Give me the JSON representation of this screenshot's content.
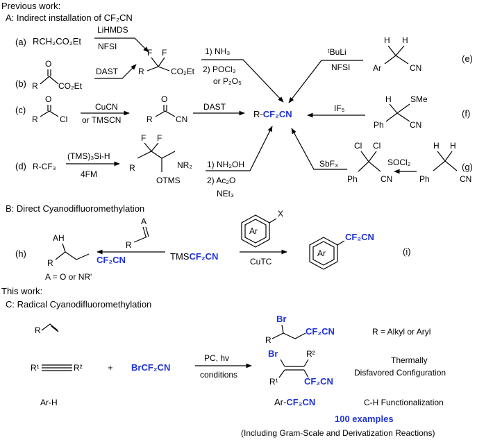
{
  "header": {
    "previous_work": "Previous work:",
    "section_a": "A: Indirect installation of CF₂CN",
    "section_b": "B: Direct Cyanodifluoromethylation",
    "this_work": "This work:",
    "section_c": "C: Radical Cyanodifluoromethylation"
  },
  "route_labels": [
    "(a)",
    "(b)",
    "(c)",
    "(d)",
    "(e)",
    "(f)",
    "(g)",
    "(h)",
    "(i)"
  ],
  "reagents": {
    "a_sub": "RCH₂CO₂Et",
    "a_r1": "LiHMDS",
    "a_r2": "NFSI",
    "b_r": "DAST",
    "ab_prod": "CO₂Et",
    "ab_conv1": "1) NH₃",
    "ab_conv2": "2) POCl₃",
    "ab_conv3": "or P₂O₅",
    "c_r1": "CuCN",
    "c_r2": "or TMSCN",
    "c_r3": "DAST",
    "d_sub": "R-CF₃",
    "d_r1": "(TMS)₃Si-H",
    "d_r2": "4FM",
    "d_conv1": "1) NH₂OH",
    "d_conv2": "2) Ac₂O",
    "d_conv3": "NEt₃",
    "e_r1": "ᵗBuLi",
    "e_r2": "NFSI",
    "f_r": "IF₅",
    "g_r1": "SbF₃",
    "g_r2": "SOCl₂",
    "i_r": "CuTC"
  },
  "center_product": {
    "prefix": "R-",
    "group": "CF₂CN"
  },
  "section_b": {
    "tms": "TMS",
    "group": "CF₂CN",
    "h_note": "A = O or NR'"
  },
  "section_c": {
    "reagent": "BrCF₂CN",
    "conditions1": "PC, hv",
    "conditions2": "conditions",
    "plus": "+",
    "r_def": "R = Alkyl or Aryl",
    "thermo1": "Thermally",
    "thermo2": "Disfavored Configuration",
    "arh": "Ar-H",
    "ar_prod_prefix": "Ar-",
    "ar_prod_group": "CF₂CN",
    "ch_func": "C-H Functionalization",
    "examples": "100 examples",
    "footnote": "(Including Gram-Scale and Derivatization Reactions)"
  }
}
